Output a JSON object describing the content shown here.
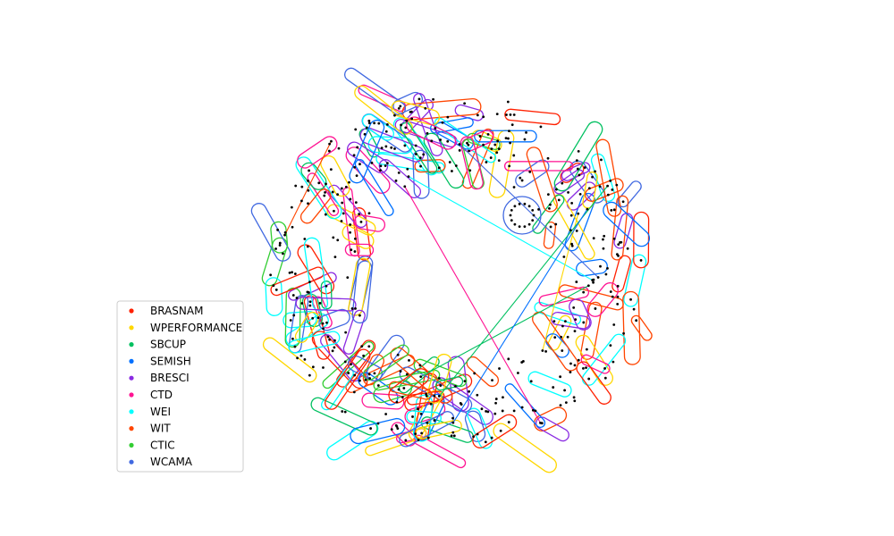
{
  "figure": {
    "legend": {
      "items": [
        {
          "label": "BRASNAM",
          "color": "#ff2000"
        },
        {
          "label": "WPERFORMANCE",
          "color": "#ffd700"
        },
        {
          "label": "SBCUP",
          "color": "#00c060"
        },
        {
          "label": "SEMISH",
          "color": "#0070ff"
        },
        {
          "label": "BRESCI",
          "color": "#8a2be2"
        },
        {
          "label": "CTD",
          "color": "#ff1493"
        },
        {
          "label": "WEI",
          "color": "#00ffff"
        },
        {
          "label": "WIT",
          "color": "#ff4500"
        },
        {
          "label": "CTIC",
          "color": "#32cd32"
        },
        {
          "label": "WCAMA",
          "color": "#4169e1"
        }
      ],
      "placement": "lower-left"
    },
    "node_color": "#000000",
    "background": "#ffffff"
  }
}
